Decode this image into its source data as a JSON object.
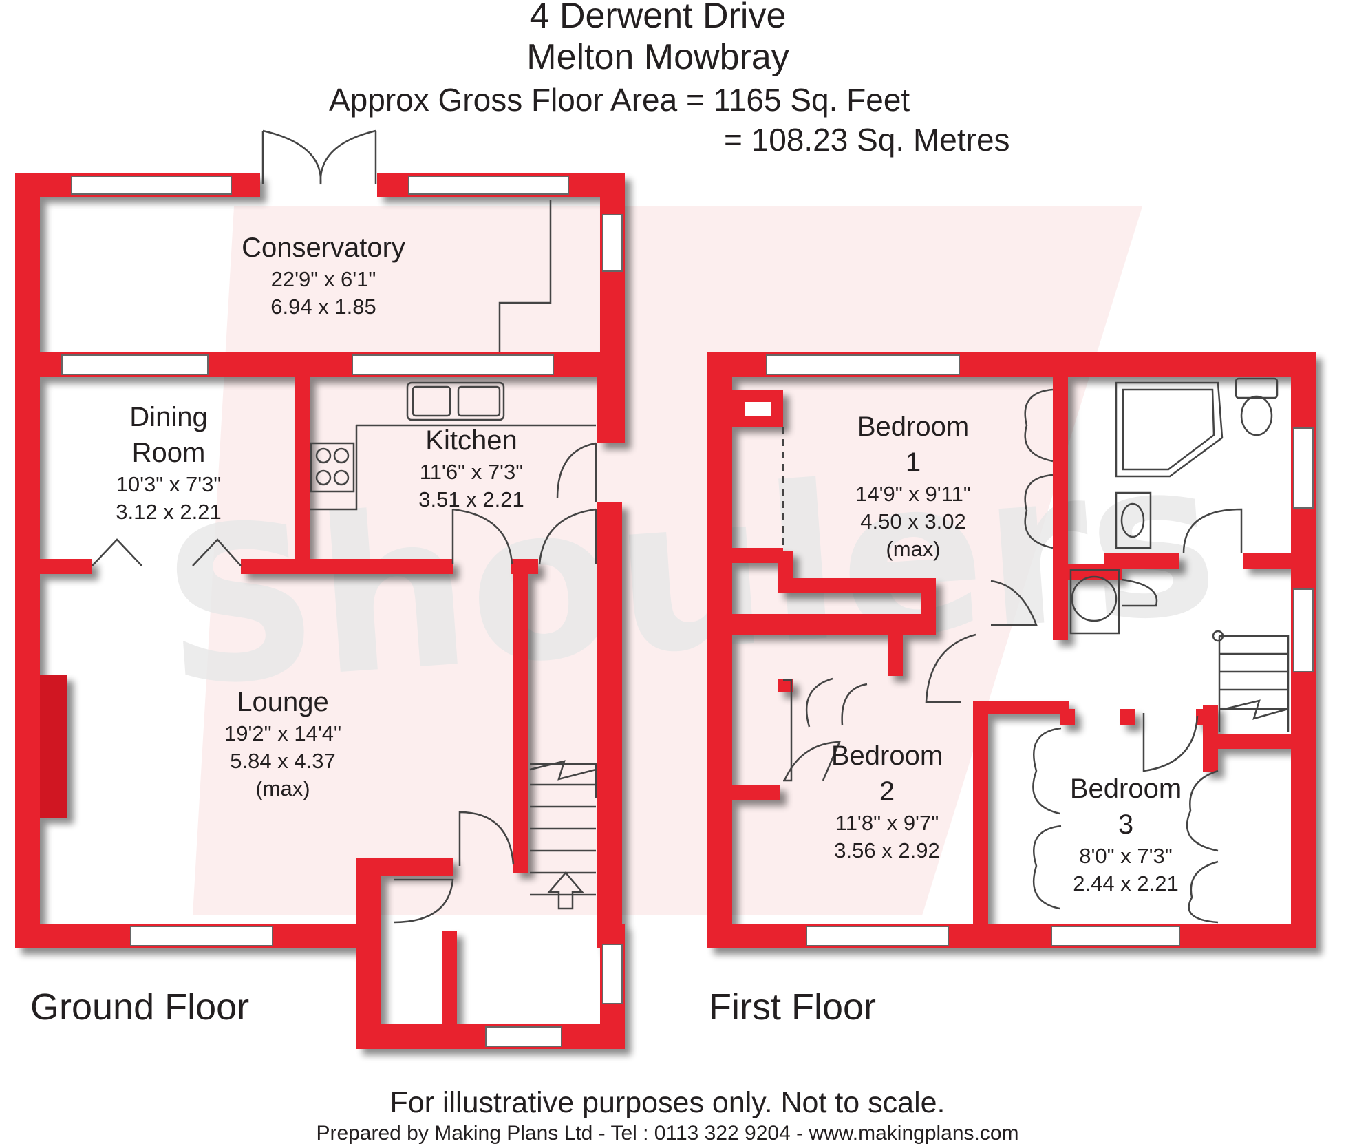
{
  "header": {
    "address_line1": "4 Derwent Drive",
    "address_line2": "Melton Mowbray",
    "area_sqft": "Approx Gross Floor Area  =  1165  Sq. Feet",
    "area_sqm": "=  108.23  Sq. Metres"
  },
  "watermark": {
    "text": "Shoulers"
  },
  "ground_floor": {
    "label": "Ground Floor",
    "conservatory": {
      "name": "Conservatory",
      "imperial": "22'9\"  x   6'1\"",
      "metric": "6.94  x  1.85"
    },
    "dining_room": {
      "name_line1": "Dining",
      "name_line2": "Room",
      "imperial": "10'3\"  x   7'3\"",
      "metric": "3.12  x  2.21"
    },
    "kitchen": {
      "name": "Kitchen",
      "imperial": "11'6\"  x   7'3\"",
      "metric": "3.51   x  2.21"
    },
    "lounge": {
      "name": "Lounge",
      "imperial": "19'2\"  x  14'4\"",
      "metric": "5.84  x  4.37",
      "note": "(max)"
    }
  },
  "first_floor": {
    "label": "First Floor",
    "bedroom1": {
      "name_line1": "Bedroom",
      "name_line2": "1",
      "imperial": "14'9\"  x  9'11\"",
      "metric": "4.50  x  3.02",
      "note": "(max)"
    },
    "bedroom2": {
      "name_line1": "Bedroom",
      "name_line2": "2",
      "imperial": "11'8\"  x   9'7\"",
      "metric": "3.56  x  2.92"
    },
    "bedroom3": {
      "name_line1": "Bedroom",
      "name_line2": "3",
      "imperial": "8'0\"  x  7'3\"",
      "metric": "2.44  x  2.21"
    }
  },
  "footer": {
    "disclaimer": "For illustrative purposes only. Not to scale.",
    "credit": "Prepared by Making Plans Ltd  -  Tel :  0113 322 9204  -  www.makingplans.com"
  },
  "colors": {
    "wall": "#e8202d",
    "wall_shadow": "#b9b9b9",
    "window": "#ffffff",
    "fixture_line": "#444444",
    "text": "#231f20",
    "watermark": "#ececec",
    "watermark_accent": "#fbe6e6"
  }
}
